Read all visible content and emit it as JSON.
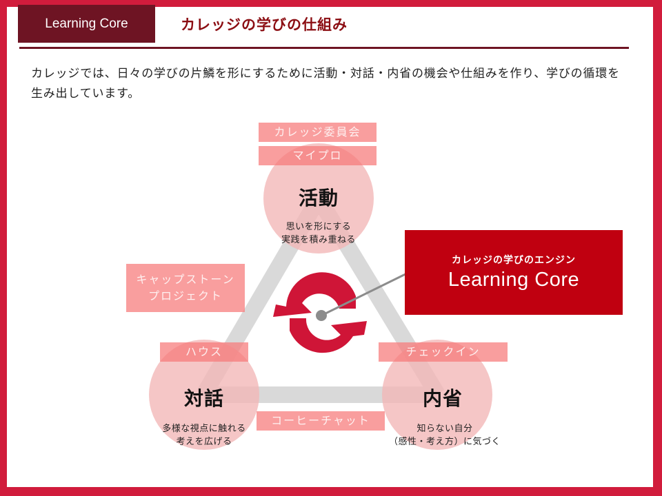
{
  "header": {
    "tab_label": "Learning Core",
    "title": "カレッジの学びの仕組み"
  },
  "intro": {
    "text": "カレッジでは、日々の学びの片鱗を形にするために活動・対話・内省の機会や仕組みを作り、学びの循環を生み出しています。"
  },
  "colors": {
    "frame": "#D11C3C",
    "header_tab": "#6E1423",
    "title": "#8B0D12",
    "engine_box": "#C00010",
    "label_box": "#F67878",
    "circle": "#F4C4C4",
    "triangle": "#D9D9D9",
    "cycle_icon": "#CF1537"
  },
  "diagram": {
    "nodes": [
      {
        "id": "activity",
        "title": "活動",
        "desc_line1": "思いを形にする",
        "desc_line2": "実践を積み重ねる",
        "labels": [
          "カレッジ委員会",
          "マイプロ"
        ]
      },
      {
        "id": "dialogue",
        "title": "対話",
        "desc_line1": "多様な視点に触れる",
        "desc_line2": "考えを広げる",
        "labels": [
          "ハウス"
        ]
      },
      {
        "id": "reflection",
        "title": "内省",
        "desc_line1": "知らない自分",
        "desc_line2": "（感性・考え方）に気づく",
        "labels": [
          "チェックイン"
        ]
      }
    ],
    "edge_labels": {
      "left": [
        "キャップストーン",
        "プロジェクト"
      ],
      "bottom": "コーヒーチャット"
    },
    "center_icon": "cycle-arrows-icon",
    "engine": {
      "subtitle": "カレッジの学びのエンジン",
      "title": "Learning Core"
    }
  }
}
